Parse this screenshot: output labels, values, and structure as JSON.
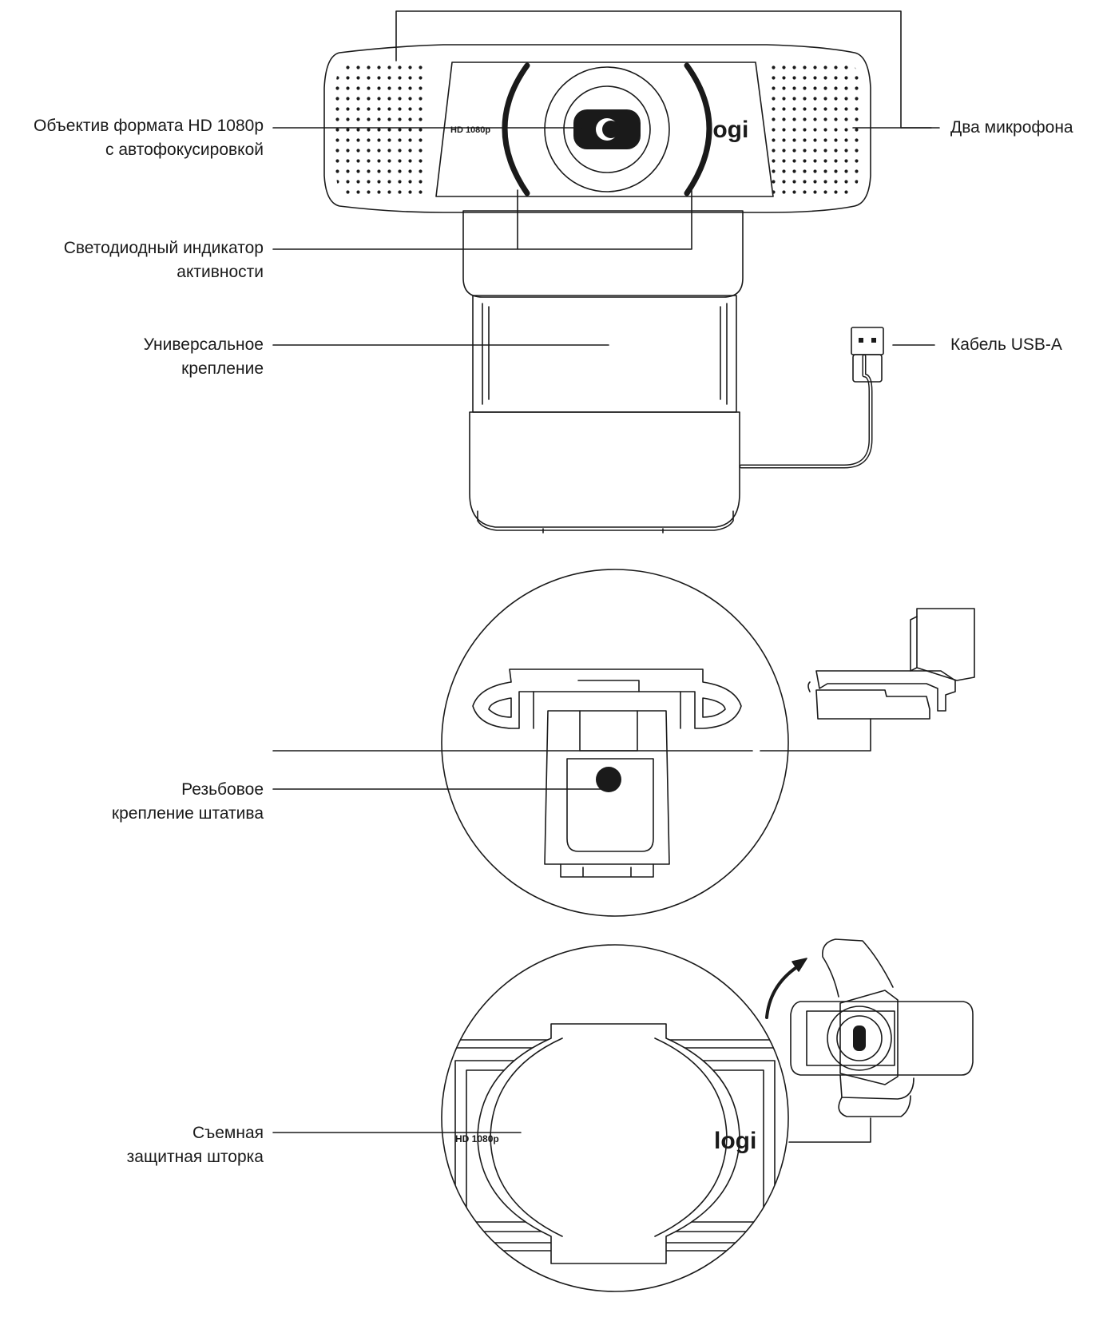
{
  "labels": {
    "lens_line1": "Объектив формата HD 1080p",
    "lens_line2": "с автофокусировкой",
    "mics": "Два микрофона",
    "led_line1": "Светодиодный индикатор",
    "led_line2": "активности",
    "mount_line1": "Универсальное",
    "mount_line2": "крепление",
    "usb": "Кабель USB-A",
    "tripod_line1": "Резьбовое",
    "tripod_line2": "крепление штатива",
    "shutter_line1": "Съемная",
    "shutter_line2": "защитная шторка"
  },
  "device": {
    "badge": "HD 1080p",
    "logo": "logi"
  },
  "colors": {
    "line": "#1a1a1a",
    "background": "#ffffff"
  }
}
